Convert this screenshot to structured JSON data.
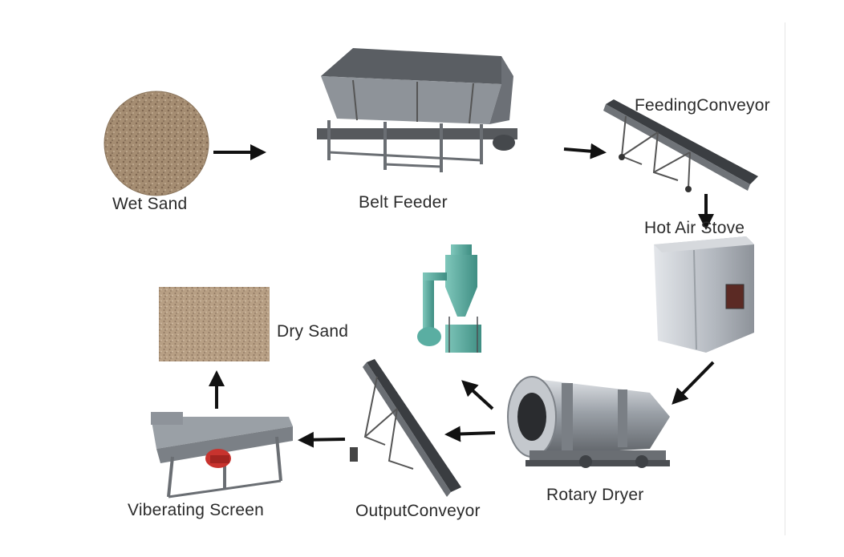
{
  "labels": {
    "wet_sand": "Wet Sand",
    "belt_feeder": "Belt Feeder",
    "feeding_conveyor": "FeedingConveyor",
    "hot_air_stove": "Hot Air Stove",
    "dry_sand": "Dry Sand",
    "rotary_dryer": "Rotary Dryer",
    "output_conveyor": "OutputConveyor",
    "vibrating_screen": "Viberating Screen"
  },
  "colors": {
    "sand": "#9c8468",
    "steel_dark": "#4d5155",
    "steel_mid": "#8a8f95",
    "steel_light": "#c9cdd2",
    "cyclone_teal": "#5aaea2",
    "motor_red": "#c8332e",
    "arrow": "#111111"
  }
}
